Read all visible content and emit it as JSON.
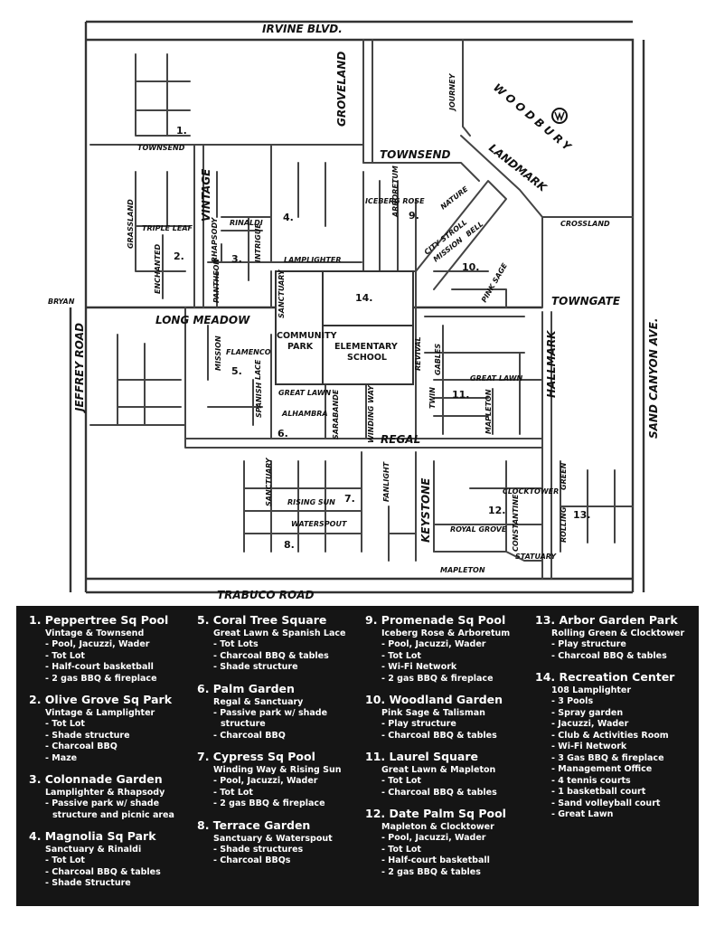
{
  "streets": {
    "irvine": "IRVINE BLVD.",
    "groveland": "GROVELAND",
    "journey": "JOURNEY",
    "woodbury": "WOODBURY",
    "townsend_w": "TOWNSEND",
    "townsend_e": "TOWNSEND",
    "landmark": "LANDMARK",
    "vintage": "VINTAGE",
    "triple_leaf": "TRIPLE LEAF",
    "grassland": "GRASSLAND",
    "rinaldi": "RINALDI",
    "rhapsody": "RHAPSODY",
    "intrigue": "INTRIGUE",
    "enchanted": "ENCHANTED",
    "iceberg_rose": "ICEBERG ROSE",
    "arboretum": "ARBORETUM",
    "nature": "NATURE",
    "city_stroll": "CITY STROLL",
    "bell": "BELL",
    "mission_n": "MISSION",
    "pink_sage": "PINK SAGE",
    "crossland": "CROSSLAND",
    "lamplighter": "LAMPLIGHTER",
    "pantheon": "PANTHEON",
    "sanctuary_n": "SANCTUARY",
    "bryan": "BRYAN",
    "towngate": "TOWNGATE",
    "long_meadow": "LONG  MEADOW",
    "jeffrey": "JEFFREY ROAD",
    "sand_canyon": "SAND CANYON AVE.",
    "hallmark": "HALLMARK",
    "mission_s": "MISSION",
    "flamenco": "FLAMENCO",
    "lace": "LACE",
    "spanish": "SPANISH",
    "great_lawn_w": "GREAT LAWN",
    "great_lawn_e": "GREAT LAWN",
    "alhambra": "ALHAMBRA",
    "sarabande": "SARABANDE",
    "winding_way": "WINDING WAY",
    "revival": "REVIVAL",
    "gables": "GABLES",
    "twin": "TWIN",
    "mapleton_n": "MAPLETON",
    "regal": "REGAL",
    "sanctuary_s": "SANCTUARY",
    "fanlight": "FANLIGHT",
    "keystone": "KEYSTONE",
    "rising_sun": "RISING SUN",
    "waterspout": "WATERSPOUT",
    "clocktower": "CLOCKTOWER",
    "green": "GREEN",
    "royal_grove": "ROYAL  GROVE",
    "constantine": "CONSTANTINE",
    "rolling": "ROLLING",
    "statuary": "STATUARY",
    "mapleton_s": "MAPLETON",
    "trabuco": "TRABUCO ROAD"
  },
  "areas": {
    "community_park": [
      "COMMUNITY",
      "PARK"
    ],
    "elementary_school": [
      "ELEMENTARY",
      "SCHOOL"
    ]
  },
  "map_markers": [
    "1.",
    "2.",
    "3.",
    "4.",
    "5.",
    "6.",
    "7.",
    "8.",
    "9.",
    "10.",
    "11.",
    "12.",
    "13.",
    "14."
  ],
  "parks": [
    {
      "name": "1.   Peppertree Sq Pool",
      "location": "Vintage & Townsend",
      "features": [
        "- Pool, Jacuzzi, Wader",
        "- Tot Lot",
        "- Half-court basketball",
        "- 2 gas BBQ & fireplace"
      ]
    },
    {
      "name": "2.   Olive Grove Sq Park",
      "location": "Vintage & Lamplighter",
      "features": [
        "- Tot Lot",
        "- Shade structure",
        "- Charcoal BBQ",
        "- Maze"
      ]
    },
    {
      "name": "3.   Colonnade Garden",
      "location": "Lamplighter & Rhapsody",
      "features": [
        "- Passive park w/ shade",
        "  structure and picnic area"
      ]
    },
    {
      "name": "4.   Magnolia Sq Park",
      "location": "Sanctuary & Rinaldi",
      "features": [
        "- Tot Lot",
        "- Charcoal BBQ & tables",
        "- Shade Structure"
      ]
    },
    {
      "name": "5.   Coral Tree Square",
      "location": "Great Lawn & Spanish Lace",
      "features": [
        "- Tot Lots",
        "- Charcoal BBQ & tables",
        "- Shade structure"
      ]
    },
    {
      "name": "6.   Palm Garden",
      "location": "Regal & Sanctuary",
      "features": [
        "- Passive park w/ shade",
        "  structure",
        "- Charcoal BBQ"
      ]
    },
    {
      "name": "7.   Cypress Sq Pool",
      "location": "Winding Way & Rising Sun",
      "features": [
        "- Pool, Jacuzzi, Wader",
        "- Tot Lot",
        "- 2 gas BBQ & fireplace"
      ]
    },
    {
      "name": "8.   Terrace Garden",
      "location": "Sanctuary & Waterspout",
      "features": [
        "- Shade structures",
        "- Charcoal BBQs"
      ]
    },
    {
      "name": "9.   Promenade Sq Pool",
      "location": "Iceberg Rose & Arboretum",
      "features": [
        "- Pool, Jacuzzi, Wader",
        "- Tot Lot",
        "- Wi-Fi Network",
        "- 2 gas BBQ & fireplace"
      ]
    },
    {
      "name": "10.  Woodland Garden",
      "location": "Pink Sage & Talisman",
      "features": [
        "- Play structure",
        "- Charcoal BBQ & tables"
      ]
    },
    {
      "name": "11.  Laurel Square",
      "location": "Great Lawn & Mapleton",
      "features": [
        "- Tot Lot",
        "- Charcoal BBQ & tables"
      ]
    },
    {
      "name": "12.  Date Palm Sq Pool",
      "location": "Mapleton & Clocktower",
      "features": [
        "- Pool, Jacuzzi, Wader",
        "- Tot Lot",
        "- Half-court basketball",
        "- 2 gas BBQ & tables"
      ]
    },
    {
      "name": "13.  Arbor Garden Park",
      "location": "Rolling Green & Clocktower",
      "features": [
        "- Play structure",
        "- Charcoal BBQ & tables"
      ]
    },
    {
      "name": "14.  Recreation Center",
      "location": "108 Lamplighter",
      "features": [
        "- 3 Pools",
        "- Spray garden",
        "- Jacuzzi, Wader",
        "- Club & Activities Room",
        "- Wi-Fi Network",
        "- 3 Gas BBQ & fireplace",
        "- Management Office",
        "- 4 tennis courts",
        "- 1 basketball court",
        "- Sand volleyball court",
        "- Great Lawn"
      ]
    }
  ]
}
